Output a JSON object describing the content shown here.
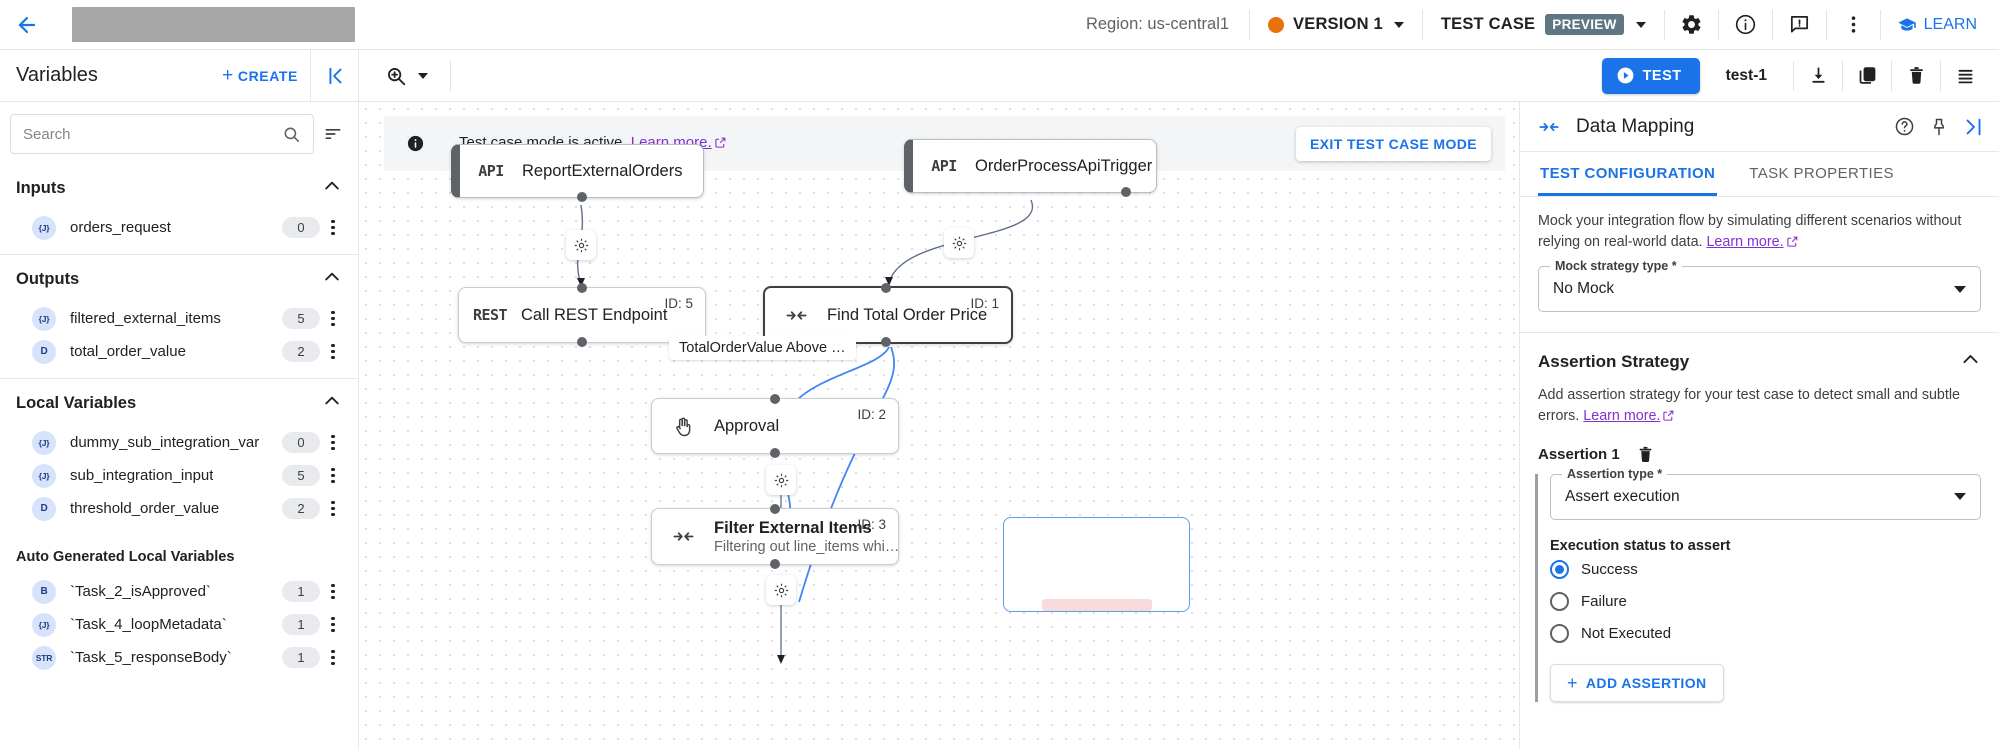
{
  "topbar": {
    "back_icon": "back-arrow-icon",
    "region_label": "Region: us-central1",
    "version_label": "VERSION 1",
    "version_dot_color": "#e8710a",
    "testcase_label": "TEST CASE",
    "preview_badge": "PREVIEW",
    "icons": [
      "gear-icon",
      "info-icon",
      "feedback-icon",
      "more-vert-icon"
    ],
    "learn_label": "LEARN"
  },
  "secondbar": {
    "variables_title": "Variables",
    "create_label": "CREATE",
    "create_plus": "+",
    "collapse_icon": "collapse-panel-icon",
    "zoom_icon": "zoom-in-icon",
    "test_label": "TEST",
    "test_name": "test-1",
    "icons": [
      "download-icon",
      "copy-icon",
      "delete-icon",
      "list-icon"
    ]
  },
  "sidebar": {
    "search_placeholder": "Search",
    "search_value": "",
    "sort_icon": "sort-icon",
    "sections": [
      {
        "title": "Inputs",
        "collapsed": false,
        "items": [
          {
            "type": "{J}",
            "name": "orders_request",
            "count": "0"
          }
        ]
      },
      {
        "title": "Outputs",
        "collapsed": false,
        "items": [
          {
            "type": "{J}",
            "name": "filtered_external_items",
            "count": "5"
          },
          {
            "type": "D",
            "name": "total_order_value",
            "count": "2"
          }
        ]
      },
      {
        "title": "Local Variables",
        "collapsed": false,
        "items": [
          {
            "type": "{J}",
            "name": "dummy_sub_integration_var",
            "count": "0"
          },
          {
            "type": "{J}",
            "name": "sub_integration_input",
            "count": "5"
          },
          {
            "type": "D",
            "name": "threshold_order_value",
            "count": "2"
          }
        ]
      },
      {
        "title": "Auto Generated Local Variables",
        "small": true,
        "items": [
          {
            "type": "B",
            "name": "`Task_2_isApproved`",
            "count": "1"
          },
          {
            "type": "{J}",
            "name": "`Task_4_loopMetadata`",
            "count": "1"
          },
          {
            "type": "STR",
            "name": "`Task_5_responseBody`",
            "count": "1"
          }
        ]
      }
    ]
  },
  "canvas": {
    "banner": {
      "icon": "info-icon",
      "text": "Test case mode is active.",
      "link": "Learn more.",
      "exit_button": "EXIT TEST CASE MODE"
    },
    "nodes": [
      {
        "id": "n-report",
        "kind": "trigger",
        "icon": "API",
        "label": "ReportExternalOrders",
        "sub": "",
        "id_label": ""
      },
      {
        "id": "n-order",
        "kind": "trigger",
        "icon": "API",
        "label": "OrderProcessApiTrigger",
        "sub": "",
        "id_label": ""
      },
      {
        "id": "n-rest",
        "kind": "task",
        "icon": "REST",
        "label": "Call REST Endpoint",
        "sub": "",
        "id_label": "ID: 5"
      },
      {
        "id": "n-find",
        "kind": "task-selected",
        "icon": "mapping",
        "label": "Find Total Order Price",
        "sub": "",
        "id_label": "ID: 1"
      },
      {
        "id": "n-approval",
        "kind": "task",
        "icon": "hand",
        "label": "Approval",
        "sub": "",
        "id_label": "ID: 2"
      },
      {
        "id": "n-filter",
        "kind": "task",
        "icon": "mapping",
        "label": "Filter External Items",
        "sub": "Filtering out line_items whi…",
        "id_label": "ID: 3"
      }
    ],
    "edge_label": "TotalOrderValue Above …",
    "gear_icon": "gear-icon"
  },
  "rpanel": {
    "header_icon": "data-mapping-icon",
    "title": "Data Mapping",
    "actions": [
      "help-icon",
      "pin-icon",
      "expand-panel-icon"
    ],
    "tabs": [
      {
        "label": "TEST CONFIGURATION",
        "active": true
      },
      {
        "label": "TASK PROPERTIES",
        "active": false
      }
    ],
    "mock": {
      "description": "Mock your integration flow by simulating different scenarios without relying on real-world data.",
      "link": "Learn more.",
      "field_label": "Mock strategy type *",
      "field_value": "No Mock"
    },
    "assertion": {
      "section_title": "Assertion Strategy",
      "description": "Add assertion strategy for your test case to detect small and subtle errors.",
      "link": "Learn more.",
      "assertion_name": "Assertion 1",
      "delete_icon": "trash-icon",
      "type_label": "Assertion type *",
      "type_value": "Assert execution",
      "radio_group_title": "Execution status to assert",
      "options": [
        {
          "label": "Success",
          "selected": true
        },
        {
          "label": "Failure",
          "selected": false
        },
        {
          "label": "Not Executed",
          "selected": false
        }
      ],
      "add_label": "ADD ASSERTION",
      "add_plus": "+"
    }
  }
}
